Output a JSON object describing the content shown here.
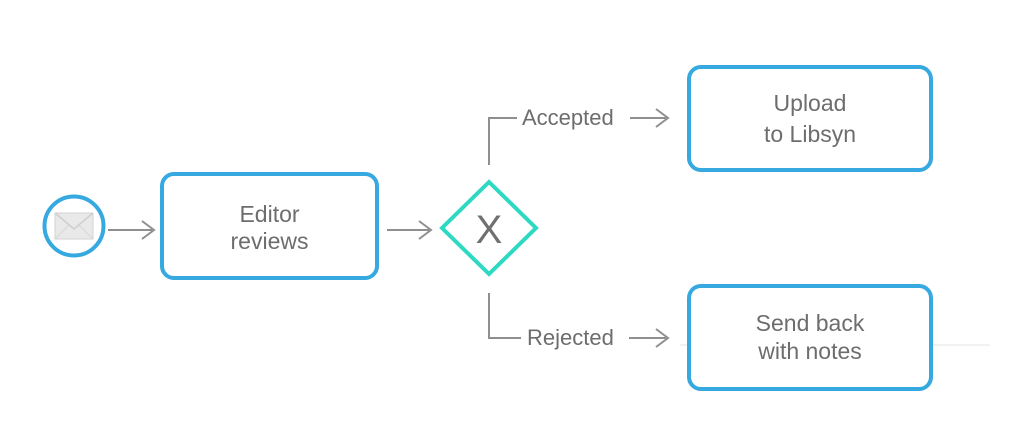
{
  "diagram": {
    "start_event": {
      "icon": "envelope-icon"
    },
    "tasks": {
      "editor_reviews": {
        "line1": "Editor",
        "line2": "reviews"
      },
      "upload": {
        "line1": "Upload",
        "line2": "to Libsyn"
      },
      "send_back": {
        "line1": "Send back",
        "line2": "with notes"
      }
    },
    "gateway": {
      "symbol": "X"
    },
    "flows": {
      "accepted": "Accepted",
      "rejected": "Rejected"
    },
    "colors": {
      "task_border": "#35a9e0",
      "gateway_border": "#2ed9c3",
      "arrow": "#8f8f8f",
      "text": "#6d6d6d"
    }
  }
}
